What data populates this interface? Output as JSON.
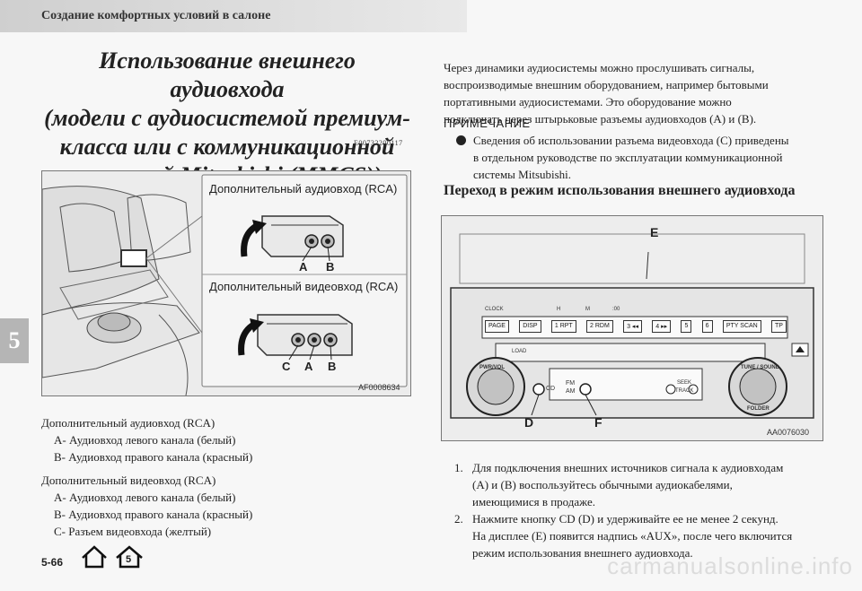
{
  "header": {
    "title": "Создание комфортных условий в салоне"
  },
  "side_tab": {
    "chapter": "5"
  },
  "main_title": {
    "lines": [
      "Использование внешнего аудиовхода",
      "(модели с аудиосистемой премиум-",
      "класса или с коммуникационной",
      "системой Mitsubishi (MMCS))"
    ],
    "code": "E00732200117"
  },
  "figure1": {
    "label_audio": "Дополнительный аудиовход (RCA)",
    "label_video": "Дополнительный видеовход (RCA)",
    "letters_top": [
      "A",
      "B"
    ],
    "letters_bottom": [
      "C",
      "A",
      "B"
    ],
    "code": "AF0008634"
  },
  "captions": {
    "audio_title": "Дополнительный аудиовход (RCA)",
    "audio_a": "A- Аудиовход левого канала (белый)",
    "audio_b": "B- Аудиовход правого канала (красный)",
    "video_title": "Дополнительный видеовход (RCA)",
    "video_a": "A- Аудиовход левого канала (белый)",
    "video_b": "B- Аудиовход правого канала (красный)",
    "video_c": "C- Разъем видеовхода (желтый)"
  },
  "right": {
    "intro": [
      "Через динамики аудиосистемы можно прослушивать сигналы,",
      "воспроизводимые внешним оборудованием, например бытовыми",
      "портативными аудиосистемами. Это оборудование можно",
      "подключать через штырьковые разъемы аудиовходов (A) и (B)."
    ],
    "note_head": "ПРИМЕЧАНИЕ",
    "note_lines": [
      "Сведения об использовании разъема видеовхода (C) приведены",
      "в отдельном руководстве по эксплуатации коммуникационной",
      "системы Mitsubishi."
    ],
    "section_head": "Переход в режим использования внешнего аудиовхода"
  },
  "figure2": {
    "callout_e": "E",
    "callout_d": "D",
    "callout_f": "F",
    "code": "AA0076030",
    "top_labels": [
      "CLOCK",
      "H",
      "M",
      ":00"
    ],
    "buttons": [
      "PAGE",
      "DISP",
      "1 RPT",
      "2 RDM",
      "3 ◂◂",
      "4 ▸▸",
      "5",
      "6",
      "PTY SCAN",
      "TP"
    ],
    "load": "LOAD",
    "pwr_vol": "PWR/VOL",
    "tune_sound": "TUNE / SOUND",
    "folder": "FOLDER",
    "cd": "CD",
    "fm": "FM",
    "am": "AM",
    "seek": "SEEK",
    "track": "TRACK"
  },
  "steps": [
    {
      "num": "1.",
      "lines": [
        "Для подключения внешних источников сигнала к аудиовходам",
        "(A) и (B) воспользуйтесь обычными аудиокабелями,",
        "имеющимися в продаже."
      ]
    },
    {
      "num": "2.",
      "lines": [
        "Нажмите кнопку CD (D) и удерживайте ее не менее 2 секунд.",
        "На дисплее (E) появится надпись «AUX», после чего включится",
        "режим использования внешнего аудиовхода."
      ]
    }
  ],
  "footer": {
    "page": "5-66",
    "nav_icon_2_text": "5",
    "watermark": "carmanualsonline.info"
  }
}
